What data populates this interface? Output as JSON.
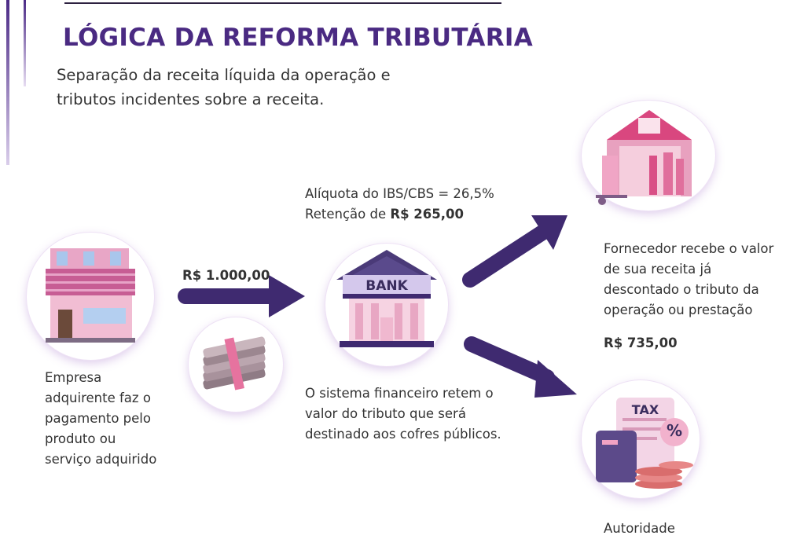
{
  "header": {
    "title": "LÓGICA DA REFORMA TRIBUTÁRIA",
    "subtitle_line1": "Separação da receita líquida da operação e",
    "subtitle_line2": "tributos incidentes sobre a receita."
  },
  "payment": {
    "amount": "R$ 1.000,00",
    "description_lines": [
      "Empresa",
      "adquirente faz o",
      "pagamento pelo",
      "produto ou",
      "serviço adquirido"
    ]
  },
  "bank": {
    "label": "BANK",
    "rate_text": "Alíquota do IBS/CBS = 26,5%",
    "retention_prefix": "Retenção de ",
    "retention_amount": "R$ 265,00",
    "description_lines": [
      "O sistema financeiro retem o",
      "valor do tributo que será",
      "destinado aos cofres públicos."
    ]
  },
  "supplier": {
    "description_lines": [
      "Fornecedor recebe o valor",
      "de sua receita já",
      "descontado o tributo da",
      "operação ou prestação"
    ],
    "amount": "R$ 735,00"
  },
  "authority": {
    "tax_label": "TAX",
    "percent_label": "%",
    "description": "Autoridade"
  },
  "colors": {
    "primary_purple": "#4a2a82",
    "arrow_purple": "#3f2a70",
    "pink": "#e58aba",
    "light_pink": "#f5c9dc"
  }
}
